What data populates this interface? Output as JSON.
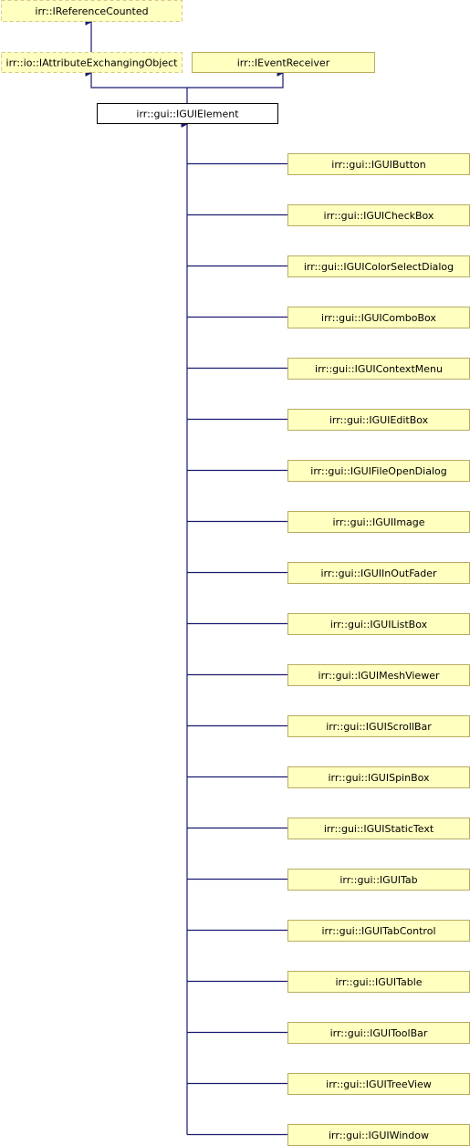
{
  "diagram": {
    "type": "class-inheritance-graph",
    "colors": {
      "edge": "#191970",
      "node_fill": "#ffffc0",
      "node_dashed_border": "#d8c97a",
      "node_border": "#b8ac63",
      "focus_fill": "#ffffff",
      "focus_border": "#000000"
    },
    "nodes": [
      {
        "id": "ireferencecounted",
        "label": "irr::IReferenceCounted",
        "style": "dashed"
      },
      {
        "id": "iattributeexchangingobject",
        "label": "irr::io::IAttributeExchangingObject",
        "style": "dashed"
      },
      {
        "id": "ieventreceiver",
        "label": "irr::IEventReceiver",
        "style": "solid"
      },
      {
        "id": "iguielement",
        "label": "irr::gui::IGUIElement",
        "style": "focus"
      },
      {
        "id": "iguibutton",
        "label": "irr::gui::IGUIButton",
        "style": "solid"
      },
      {
        "id": "iguicheckbox",
        "label": "irr::gui::IGUICheckBox",
        "style": "solid"
      },
      {
        "id": "iguicolorselectdialog",
        "label": "irr::gui::IGUIColorSelectDialog",
        "style": "solid"
      },
      {
        "id": "iguicombobox",
        "label": "irr::gui::IGUIComboBox",
        "style": "solid"
      },
      {
        "id": "iguicontextmenu",
        "label": "irr::gui::IGUIContextMenu",
        "style": "solid"
      },
      {
        "id": "iguieditbox",
        "label": "irr::gui::IGUIEditBox",
        "style": "solid"
      },
      {
        "id": "iguifileopendialog",
        "label": "irr::gui::IGUIFileOpenDialog",
        "style": "solid"
      },
      {
        "id": "iguiimage",
        "label": "irr::gui::IGUIImage",
        "style": "solid"
      },
      {
        "id": "iguiinoutfader",
        "label": "irr::gui::IGUIInOutFader",
        "style": "solid"
      },
      {
        "id": "iguilistbox",
        "label": "irr::gui::IGUIListBox",
        "style": "solid"
      },
      {
        "id": "iguimeshviewer",
        "label": "irr::gui::IGUIMeshViewer",
        "style": "solid"
      },
      {
        "id": "iguiscrollbar",
        "label": "irr::gui::IGUIScrollBar",
        "style": "solid"
      },
      {
        "id": "iguispinbox",
        "label": "irr::gui::IGUISpinBox",
        "style": "solid"
      },
      {
        "id": "iguistatictext",
        "label": "irr::gui::IGUIStaticText",
        "style": "solid"
      },
      {
        "id": "iguitab",
        "label": "irr::gui::IGUITab",
        "style": "solid"
      },
      {
        "id": "iguitabcontrol",
        "label": "irr::gui::IGUITabControl",
        "style": "solid"
      },
      {
        "id": "iguitable",
        "label": "irr::gui::IGUITable",
        "style": "solid"
      },
      {
        "id": "iguitoolbar",
        "label": "irr::gui::IGUIToolBar",
        "style": "solid"
      },
      {
        "id": "iguitreeview",
        "label": "irr::gui::IGUITreeView",
        "style": "solid"
      },
      {
        "id": "iguiwindow",
        "label": "irr::gui::IGUIWindow",
        "style": "solid"
      }
    ],
    "edges": [
      {
        "from": "iattributeexchangingobject",
        "to": "ireferencecounted"
      },
      {
        "from": "iguielement",
        "to": "iattributeexchangingobject"
      },
      {
        "from": "iguielement",
        "to": "ieventreceiver"
      },
      {
        "from": "iguibutton",
        "to": "iguielement"
      },
      {
        "from": "iguicheckbox",
        "to": "iguielement"
      },
      {
        "from": "iguicolorselectdialog",
        "to": "iguielement"
      },
      {
        "from": "iguicombobox",
        "to": "iguielement"
      },
      {
        "from": "iguicontextmenu",
        "to": "iguielement"
      },
      {
        "from": "iguieditbox",
        "to": "iguielement"
      },
      {
        "from": "iguifileopendialog",
        "to": "iguielement"
      },
      {
        "from": "iguiimage",
        "to": "iguielement"
      },
      {
        "from": "iguiinoutfader",
        "to": "iguielement"
      },
      {
        "from": "iguilistbox",
        "to": "iguielement"
      },
      {
        "from": "iguimeshviewer",
        "to": "iguielement"
      },
      {
        "from": "iguiscrollbar",
        "to": "iguielement"
      },
      {
        "from": "iguispinbox",
        "to": "iguielement"
      },
      {
        "from": "iguistatictext",
        "to": "iguielement"
      },
      {
        "from": "iguitab",
        "to": "iguielement"
      },
      {
        "from": "iguitabcontrol",
        "to": "iguielement"
      },
      {
        "from": "iguitable",
        "to": "iguielement"
      },
      {
        "from": "iguitoolbar",
        "to": "iguielement"
      },
      {
        "from": "iguitreeview",
        "to": "iguielement"
      },
      {
        "from": "iguiwindow",
        "to": "iguielement"
      }
    ]
  }
}
